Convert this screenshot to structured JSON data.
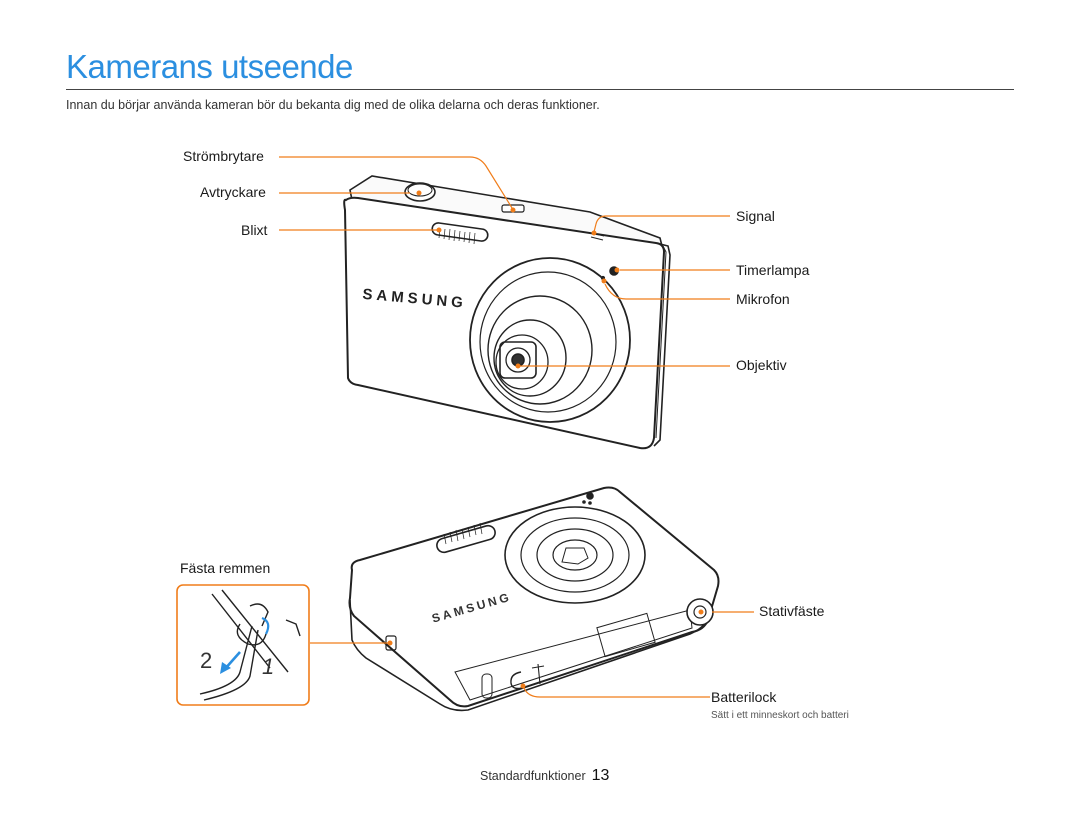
{
  "page": {
    "title": "Kamerans utseende",
    "intro": "Innan du börjar använda kameran bör du bekanta dig med de olika delarna och deras funktioner."
  },
  "front_labels": {
    "power": "Strömbrytare",
    "shutter": "Avtryckare",
    "flash": "Blixt",
    "signal": "Signal",
    "timer_lamp": "Timerlampa",
    "microphone": "Mikrofon",
    "lens": "Objektiv",
    "brand": "SAMSUNG"
  },
  "bottom_labels": {
    "strap": "Fästa remmen",
    "tripod": "Stativfäste",
    "battery": "Batterilock",
    "battery_note": "Sätt i ett minneskort och batteri",
    "step_2": "2",
    "step_1": "1",
    "brand": "SAMSUNG"
  },
  "footer": {
    "section": "Standardfunktioner",
    "page_number": "13"
  },
  "colors": {
    "title": "#2b8fe0",
    "callout": "#f07d1a"
  }
}
